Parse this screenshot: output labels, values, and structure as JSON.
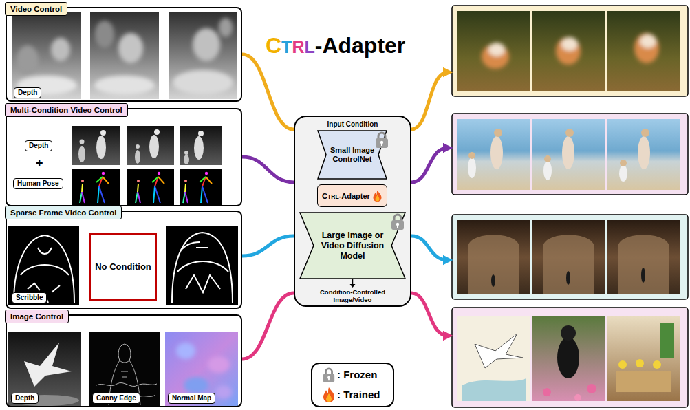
{
  "diagram": {
    "title": "CTRL-Adapter",
    "nodes": [
      {
        "text": [
          "Video Control"
        ]
      },
      {
        "text": [
          "Depth"
        ],
        "in": 0
      },
      {
        "text": [
          "Multi-Condition Video Control"
        ]
      },
      {
        "text": [
          "Depth"
        ],
        "in": 2
      },
      {
        "text": [
          "Human Pose"
        ],
        "in": 2
      },
      {
        "text": [
          "Sparse Frame Video Control"
        ]
      },
      {
        "text": [
          "Scribble"
        ],
        "in": 5
      },
      {
        "text": [
          "No Condition"
        ],
        "in": 5
      },
      {
        "text": [
          "Image Control"
        ]
      },
      {
        "text": [
          "Depth"
        ],
        "in": 8
      },
      {
        "text": [
          "Canny Edge"
        ],
        "in": 8
      },
      {
        "text": [
          "Normal Map"
        ],
        "in": 8
      },
      {
        "text": [
          "Input Condition",
          "Condition-Controlled Image/Video"
        ]
      },
      {
        "text": [
          "Small Image ControlNet"
        ],
        "in": 12
      },
      {
        "text": [
          "CTRL-Adapter"
        ],
        "in": 12
      },
      {
        "text": [
          "Large Image or Video Diffusion Model"
        ],
        "in": 12
      }
    ],
    "edges": [
      {
        "from": 0,
        "to": 12,
        "arrow": "none"
      },
      {
        "from": 2,
        "to": 12,
        "arrow": "none"
      },
      {
        "from": 5,
        "to": 12,
        "arrow": "none"
      },
      {
        "from": 8,
        "to": 12,
        "arrow": "none"
      }
    ],
    "labels": [
      "+"
    ],
    "legend": [
      {
        "text": ": Frozen"
      },
      {
        "text": ": Trained"
      }
    ]
  }
}
